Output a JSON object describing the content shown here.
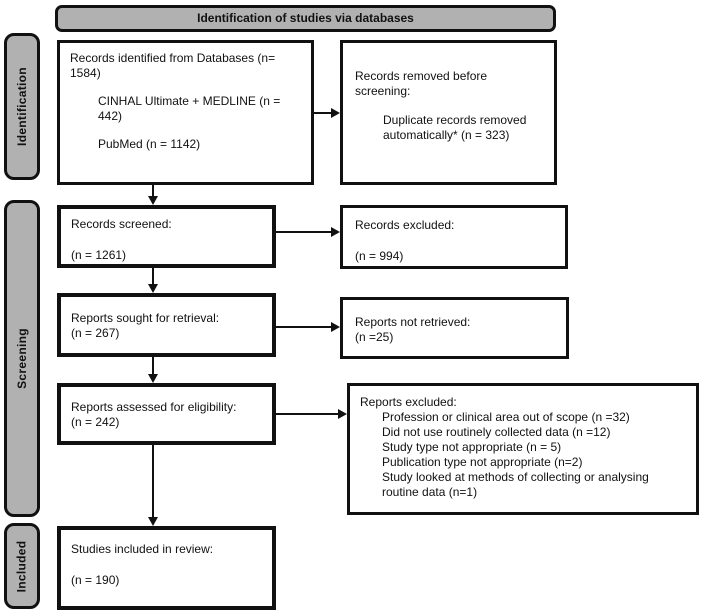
{
  "header": {
    "title": "Identification of studies via databases"
  },
  "sidebar": {
    "items": [
      {
        "label": "Identification"
      },
      {
        "label": "Screening"
      },
      {
        "label": "Included"
      }
    ]
  },
  "flow": {
    "identified": {
      "title": "Records identified from Databases (n= 1584)",
      "sources": [
        "CINHAL Ultimate + MEDLINE (n = 442)",
        "PubMed (n = 1142)"
      ]
    },
    "removed_before_screening": {
      "title": "Records removed before screening:",
      "details": [
        "Duplicate records removed automatically* (n = 323)"
      ]
    },
    "screened": {
      "title": "Records screened:",
      "count": "(n = 1261)"
    },
    "records_excluded": {
      "title": "Records excluded:",
      "count": "(n = 994)"
    },
    "sought": {
      "title": "Reports sought for retrieval:",
      "count": "(n = 267)"
    },
    "not_retrieved": {
      "title": "Reports not retrieved:",
      "count": "(n =25)"
    },
    "assessed": {
      "title": "Reports assessed for eligibility:",
      "count": "(n = 242)"
    },
    "reports_excluded": {
      "title": "Reports excluded:",
      "reasons": [
        "Profession or clinical area out of scope (n =32)",
        "Did not use routinely collected data (n =12)",
        "Study type not appropriate (n = 5)",
        "Publication type not appropriate (n=2)",
        "Study looked at methods of collecting or analysing routine data (n=1)"
      ]
    },
    "included": {
      "title": "Studies included in review:",
      "count": "(n = 190)"
    }
  },
  "colors": {
    "stage_fill": "#b1b1b1",
    "border": "#111111",
    "background": "#ffffff"
  }
}
